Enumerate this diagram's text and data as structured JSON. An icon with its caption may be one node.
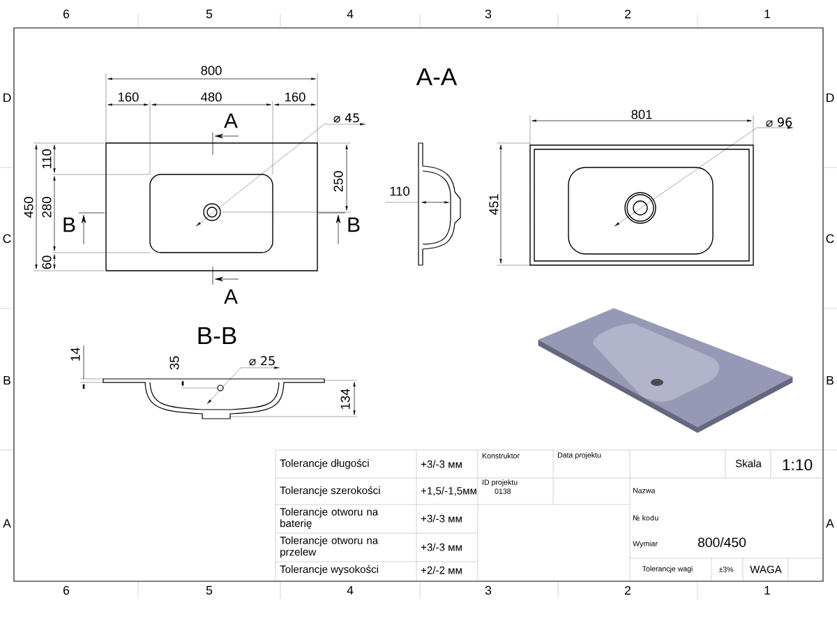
{
  "diagram": {
    "labels": [
      "6",
      "5",
      "4",
      "3",
      "2",
      "1",
      "D",
      "D",
      "C",
      "C",
      "B",
      "B",
      "A",
      "A",
      "6",
      "5",
      "4",
      "3",
      "2",
      "1",
      "800",
      "160",
      "480",
      "160",
      "A-A",
      "A",
      "⌀ 45",
      "801",
      "⌀ 96",
      "110",
      "250",
      "450",
      "280",
      "110",
      "451",
      "B",
      "B",
      "60",
      "A",
      "B-B",
      "14",
      "35",
      "⌀ 25",
      "134",
      "Tolerancje długości",
      "+3/-3 мм",
      "Konstruktor",
      "Data projektu",
      "Skala",
      "1:10",
      "Tolerancje szerokości",
      "+1,5/-1,5мм",
      "ID projektu",
      "0138",
      "Nazwa",
      "Tolerancje otworu na baterię",
      "+3/-3 мм",
      "№ kodu",
      "Tolerancje otworu na przelew",
      "+3/-3 мм",
      "Wymiar",
      "800/450",
      "Tolerancje wysokości",
      "+2/-2 мм",
      "Tolerancje wagi",
      "±3%",
      "WAGA"
    ]
  }
}
